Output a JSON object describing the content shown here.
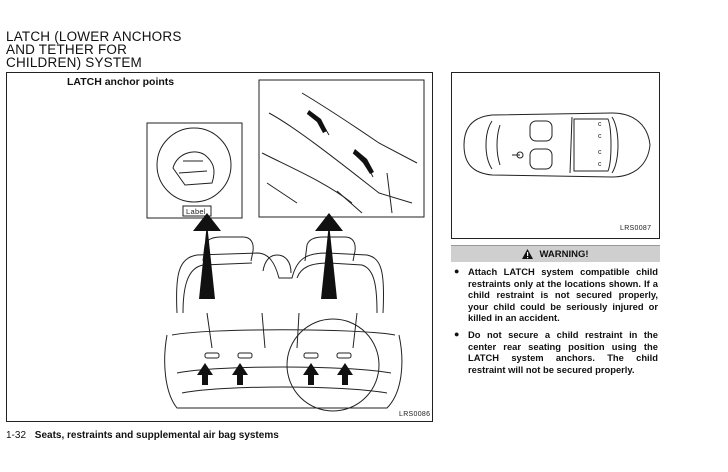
{
  "section_title": "LATCH (LOWER ANCHORS\nAND TETHER FOR\nCHILDREN) SYSTEM",
  "left_figure": {
    "caption": "LATCH anchor points",
    "label_tag": "Label",
    "code": "LRS0086"
  },
  "right_figure": {
    "code": "LRS0087"
  },
  "warning": {
    "header": "WARNING!",
    "items": [
      "Attach LATCH system compatible child restraints only at the locations shown. If a child restraint is not secured properly, your child could be seriously injured or killed in an accident.",
      "Do not secure a child restraint in the center rear seating position using the LATCH system anchors. The child restraint will not be secured properly."
    ]
  },
  "footer": {
    "page_number": "1-32",
    "chapter_title": "Seats, restraints and supplemental air bag systems"
  }
}
